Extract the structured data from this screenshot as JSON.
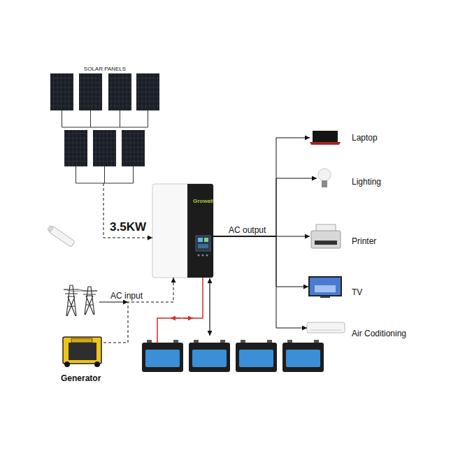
{
  "diagram": {
    "nodes": [
      {
        "text": [
          "SOLAR PANELS"
        ]
      },
      {
        "text": [
          "Growatt"
        ]
      },
      {
        "text": [
          "Laptop"
        ]
      },
      {
        "text": [
          "Lighting"
        ]
      },
      {
        "text": [
          "Printer"
        ]
      },
      {
        "text": [
          "TV"
        ]
      },
      {
        "text": [
          "Air Coditioning"
        ]
      },
      {
        "text": [
          "Generator"
        ]
      }
    ],
    "edges": [
      {
        "from": 0,
        "to": 1,
        "arrow": "to",
        "label": "3.5KW"
      },
      {
        "from": 1,
        "to": 2,
        "arrow": "to"
      },
      {
        "from": 1,
        "to": 3,
        "arrow": "to"
      },
      {
        "from": 1,
        "to": 4,
        "arrow": "to",
        "label": "AC output"
      },
      {
        "from": 1,
        "to": 5,
        "arrow": "to"
      },
      {
        "from": 1,
        "to": 6,
        "arrow": "to"
      },
      {
        "from": 7,
        "to": 1,
        "arrow": "to",
        "label": "AC input"
      }
    ]
  }
}
